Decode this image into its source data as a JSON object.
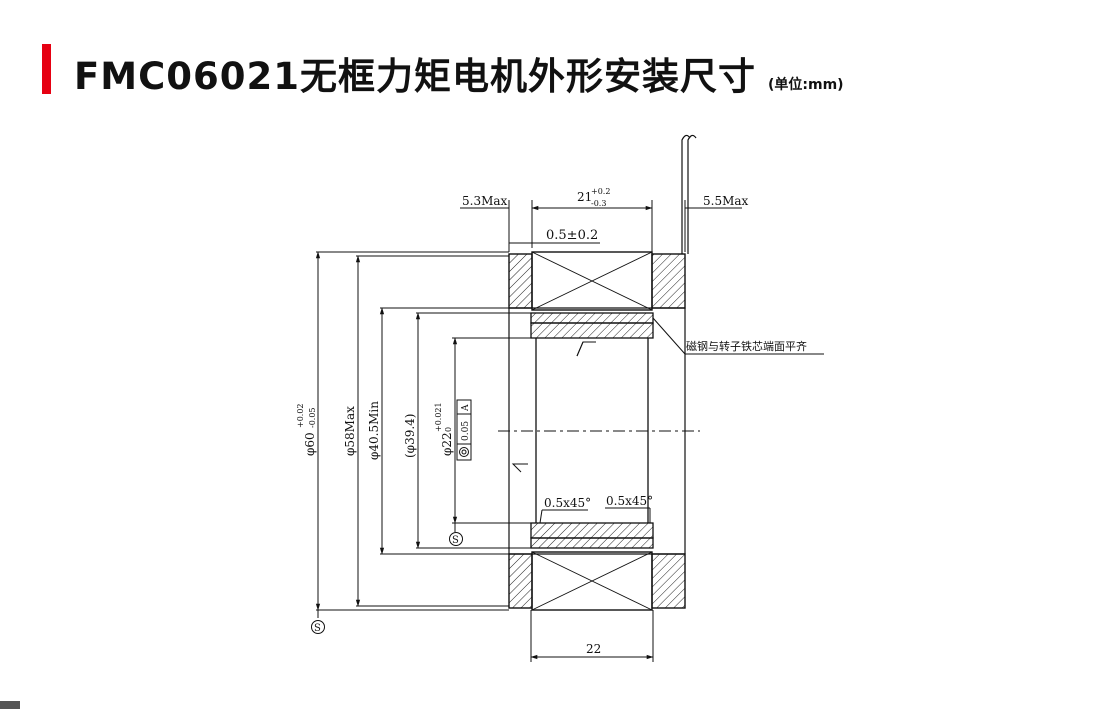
{
  "header": {
    "title": "FMC06021无框力矩电机外形安装尺寸",
    "unit": "(单位:mm)",
    "accent_color": "#e60012"
  },
  "drawing": {
    "dim_left_top": "5.3Max",
    "dim_width_main": "21",
    "dim_width_tol_upper": "+0.2",
    "dim_width_tol_lower": "-0.3",
    "dim_right_top": "5.5Max",
    "dim_offset": "0.5±0.2",
    "note_magnet": "磁钢与转子铁芯端面平齐",
    "dim_outer_dia": "φ60",
    "dim_outer_tol_upper": "+0.02",
    "dim_outer_tol_lower": "-0.05",
    "dim_stator_dia": "φ58Max",
    "dim_inner_min": "φ40.5Min",
    "dim_ref_dia": "(φ39.4)",
    "dim_bore_dia": "φ22",
    "dim_bore_tol_upper": "+0.021",
    "dim_bore_tol_lower": "0",
    "gdt_value": "0.05",
    "gdt_datum": "A",
    "datum_mark": "S",
    "chamfer_left": "0.5x45°",
    "chamfer_right": "0.5x45°",
    "dim_bottom": "22",
    "icons": [
      "concentricity-icon",
      "datum-s-icon",
      "surface-finish-icon"
    ]
  }
}
